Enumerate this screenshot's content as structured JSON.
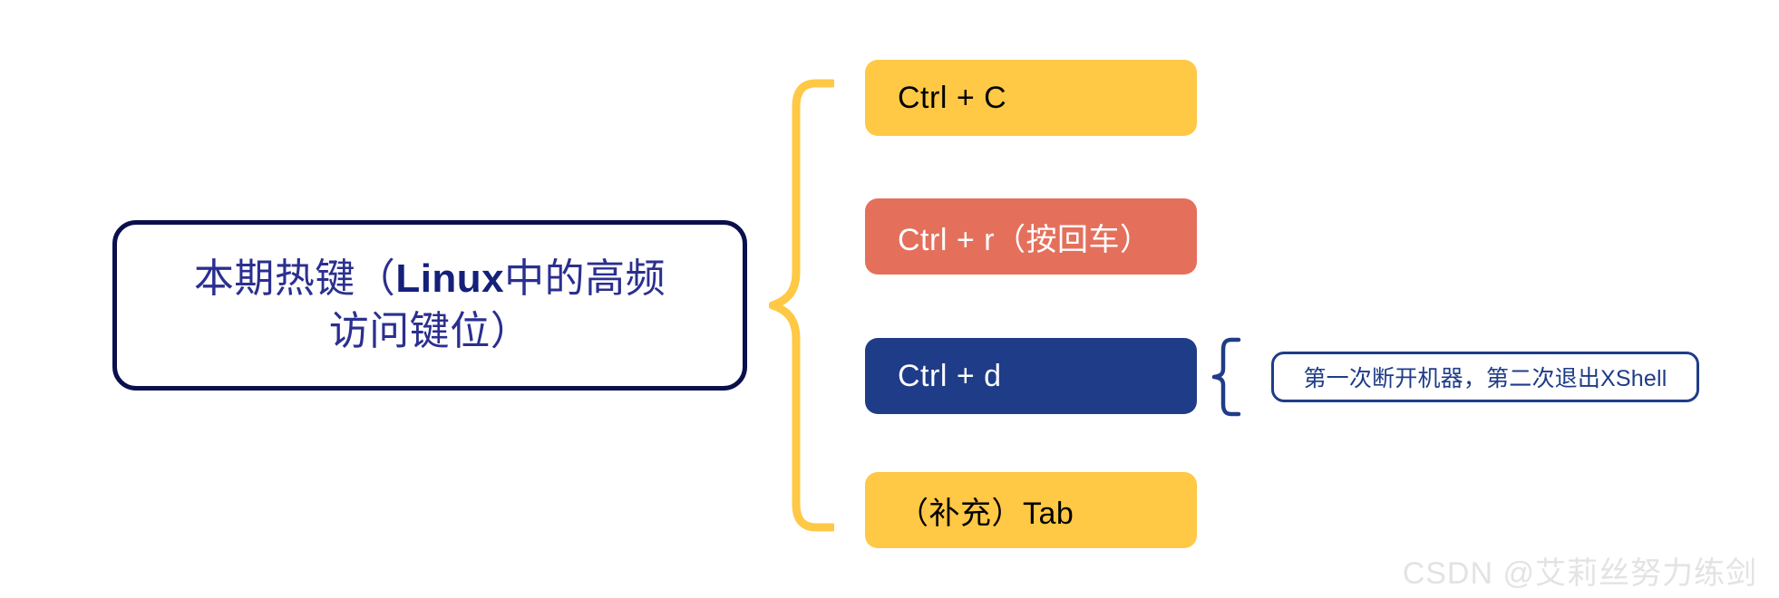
{
  "diagram": {
    "type": "bracket-mindmap",
    "background_color": "#ffffff",
    "root": {
      "text_line1_prefix": "本期热键（",
      "text_keyword": "Linux",
      "text_line1_suffix": "中的高频",
      "text_line2": "访问键位）",
      "full_text": "本期热键（Linux中的高频访问键位）",
      "border_color": "#0a0f4d",
      "text_color": "#2b2f8f",
      "keyword_color": "#14207a"
    },
    "brace": {
      "name": "main-brace",
      "color": "#ffc845",
      "orientation": "left-pointing"
    },
    "items": [
      {
        "label": "Ctrl + C",
        "fill": "#ffc845",
        "text_color": "#000000"
      },
      {
        "label": "Ctrl + r（按回车）",
        "fill": "#e4705c",
        "text_color": "#ffffff"
      },
      {
        "label": "Ctrl + d",
        "fill": "#1f3c88",
        "text_color": "#ffffff"
      },
      {
        "label": "（补充）Tab",
        "fill": "#ffc845",
        "text_color": "#000000"
      }
    ],
    "note": {
      "attached_to": "Ctrl + d",
      "brace_color": "#1f3c88",
      "text": "第一次断开机器，第二次退出XShell",
      "border_color": "#1f3c88",
      "text_color": "#1f3c88"
    },
    "watermark": {
      "text": "CSDN @艾莉丝努力练剑",
      "color": "#e3e3e3"
    }
  }
}
